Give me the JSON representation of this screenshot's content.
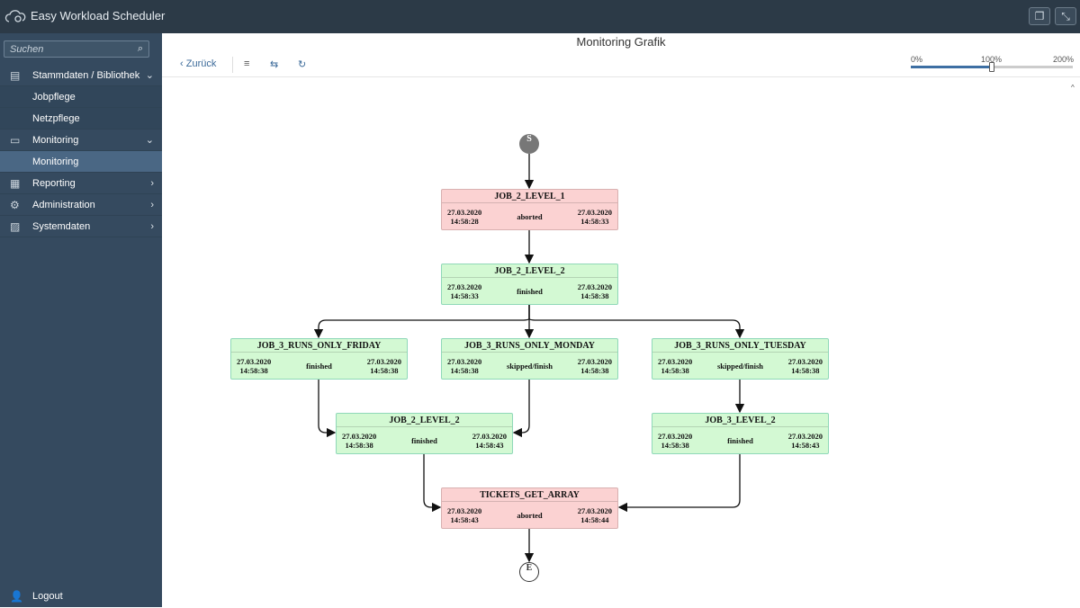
{
  "app": {
    "title": "Easy Workload Scheduler",
    "icons": [
      "cloud-gear-icon",
      "restore-window-icon",
      "exit-fullscreen-icon"
    ]
  },
  "sidebar": {
    "search_placeholder": "Suchen",
    "items": [
      {
        "label": "Stammdaten / Bibliothek",
        "icon": "building-icon",
        "expanded": true
      },
      {
        "label": "Jobpflege"
      },
      {
        "label": "Netzpflege"
      },
      {
        "label": "Monitoring",
        "icon": "monitor-icon",
        "expanded": true
      },
      {
        "label": "Monitoring",
        "selected": true
      },
      {
        "label": "Reporting",
        "icon": "report-icon"
      },
      {
        "label": "Administration",
        "icon": "gears-icon"
      },
      {
        "label": "Systemdaten",
        "icon": "chart-add-icon"
      }
    ],
    "logout": "Logout"
  },
  "main": {
    "title": "Monitoring Grafik",
    "back": "Zurück",
    "zoom": {
      "min": "0%",
      "mid": "100%",
      "max": "200%",
      "value_percent": 100
    },
    "graph": {
      "start": "S",
      "end": "E",
      "colors": {
        "finished": "#d3f9d3",
        "aborted": "#fbd2d2"
      },
      "nodes": [
        {
          "name": "JOB_2_LEVEL_1",
          "start_date": "27.03.2020",
          "start_time": "14:58:28",
          "status": "aborted",
          "end_date": "27.03.2020",
          "end_time": "14:58:33"
        },
        {
          "name": "JOB_2_LEVEL_2",
          "start_date": "27.03.2020",
          "start_time": "14:58:33",
          "status": "finished",
          "end_date": "27.03.2020",
          "end_time": "14:58:38"
        },
        {
          "name": "JOB_3_RUNS_ONLY_FRIDAY",
          "start_date": "27.03.2020",
          "start_time": "14:58:38",
          "status": "finished",
          "end_date": "27.03.2020",
          "end_time": "14:58:38"
        },
        {
          "name": "JOB_3_RUNS_ONLY_MONDAY",
          "start_date": "27.03.2020",
          "start_time": "14:58:38",
          "status": "skipped/finish",
          "end_date": "27.03.2020",
          "end_time": "14:58:38"
        },
        {
          "name": "JOB_3_RUNS_ONLY_TUESDAY",
          "start_date": "27.03.2020",
          "start_time": "14:58:38",
          "status": "skipped/finish",
          "end_date": "27.03.2020",
          "end_time": "14:58:38"
        },
        {
          "name": "JOB_2_LEVEL_2",
          "start_date": "27.03.2020",
          "start_time": "14:58:38",
          "status": "finished",
          "end_date": "27.03.2020",
          "end_time": "14:58:43"
        },
        {
          "name": "JOB_3_LEVEL_2",
          "start_date": "27.03.2020",
          "start_time": "14:58:38",
          "status": "finished",
          "end_date": "27.03.2020",
          "end_time": "14:58:43"
        },
        {
          "name": "TICKETS_GET_ARRAY",
          "start_date": "27.03.2020",
          "start_time": "14:58:43",
          "status": "aborted",
          "end_date": "27.03.2020",
          "end_time": "14:58:44"
        }
      ]
    }
  }
}
